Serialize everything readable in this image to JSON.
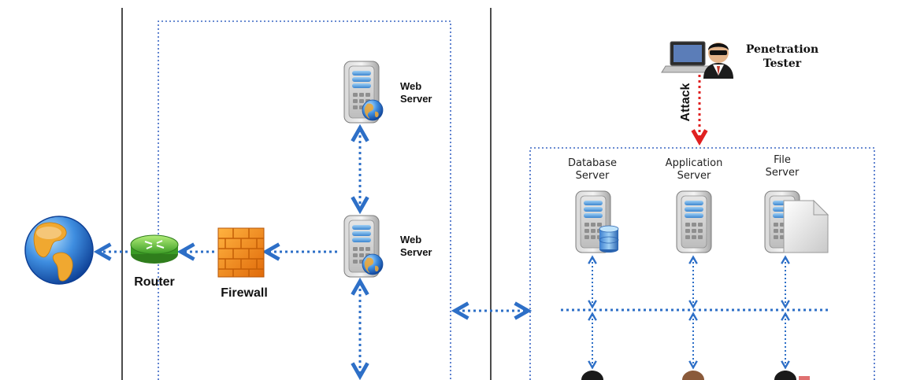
{
  "labels": {
    "router": "Router",
    "firewall": "Firewall",
    "web_server_top_line1": "Web",
    "web_server_top_line2": "Server",
    "web_server_mid_line1": "Web",
    "web_server_mid_line2": "Server",
    "penetration_line1": "Penetration",
    "penetration_line2": "Tester",
    "attack": "Attack",
    "database_line1": "Database",
    "database_line2": "Server",
    "application_line1": "Application",
    "application_line2": "Server",
    "file_line1": "File",
    "file_line2": "Server"
  },
  "colors": {
    "dotted_link": "#2d6fc7",
    "attack_arrow": "#e02020",
    "zone_border": "#3a66c4",
    "divider": "#111111"
  },
  "icons": [
    "globe-icon",
    "router-icon",
    "firewall-icon",
    "web-server-icon",
    "database-server-icon",
    "application-server-icon",
    "file-server-icon",
    "laptop-icon",
    "hacker-icon",
    "user-icon"
  ]
}
